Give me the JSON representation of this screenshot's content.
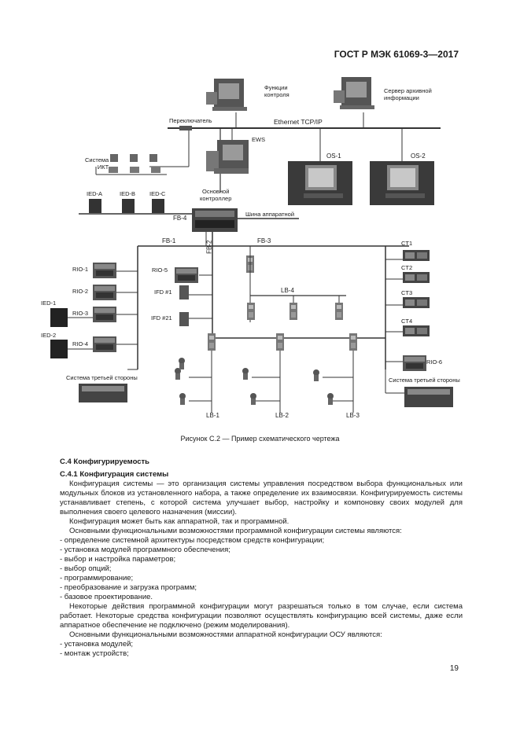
{
  "header": {
    "standard": "ГОСТ Р МЭК 61069-3—2017"
  },
  "diagram": {
    "labels": {
      "func_control": "Функции\nконтроля",
      "archive_server": "Сервер архивной\nинформации",
      "switch": "Переключатель",
      "ethernet": "Ethernet TCP/IP",
      "ict": "Система\nИКТ",
      "ews": "EWS",
      "os1": "OS-1",
      "os2": "OS-2",
      "ied_a": "IED-A",
      "ied_b": "IED-B",
      "ied_c": "IED-C",
      "main_controller": "Основной\nконтроллер",
      "fb4": "FB-4",
      "hw_bus": "Шина аппаратной",
      "fb1": "FB-1",
      "fb2": "FB-2",
      "fb3": "FB-3",
      "rio1": "RIO-1",
      "rio2": "RIO-2",
      "rio3": "RIO-3",
      "rio4": "RIO-4",
      "rio5": "RIO-5",
      "rio6": "RIO-6",
      "ied1": "IED-1",
      "ied2": "IED-2",
      "ifd1": "IFD #1",
      "ifd21": "IFD #21",
      "lb4": "LB-4",
      "lb1": "LB-1",
      "lb2": "LB-2",
      "lb3": "LB-3",
      "ct1": "CT1",
      "ct2": "CT2",
      "ct3": "CT3",
      "ct4": "CT4",
      "third_left": "Система третьей стороны",
      "third_right": "Система третьей стороны"
    }
  },
  "caption": "Рисунок С.2 — Пример схематического чертежа",
  "section": {
    "h1": "С.4 Конфигурируемость",
    "h2": "С.4.1 Конфигурация системы",
    "p1": "Конфигурация системы — это организация системы управления посредством выбора функциональных или модульных блоков из установленного набора, а также определение их взаимосвязи. Конфигурируемость системы устанавливает степень, с которой система улучшает выбор, настройку и компоновку своих модулей для выполнения своего целевого назначения (миссии).",
    "p2": "Конфигурация может быть как аппаратной, так и программной.",
    "p3": "Основными функциональными возможностями программной конфигурации системы являются:",
    "list1": [
      "- определение системной архитектуры посредством средств конфигурации;",
      "- установка модулей программного обеспечения;",
      "- выбор и настройка параметров;",
      "- выбор опций;",
      "- программирование;",
      "- преобразование и загрузка программ;",
      "- базовое проектирование."
    ],
    "p4": "Некоторые действия программной конфигурации могут разрешаться только в том случае, если система работает. Некоторые средства конфигурации позволяют осуществлять конфигурацию всей системы, даже если аппаратное обеспечение не подключено (режим моделирования).",
    "p5": "Основными функциональными возможностями аппаратной конфигурации ОСУ являются:",
    "list2": [
      "- установка модулей;",
      "- монтаж устройств;"
    ]
  },
  "page_number": "19"
}
